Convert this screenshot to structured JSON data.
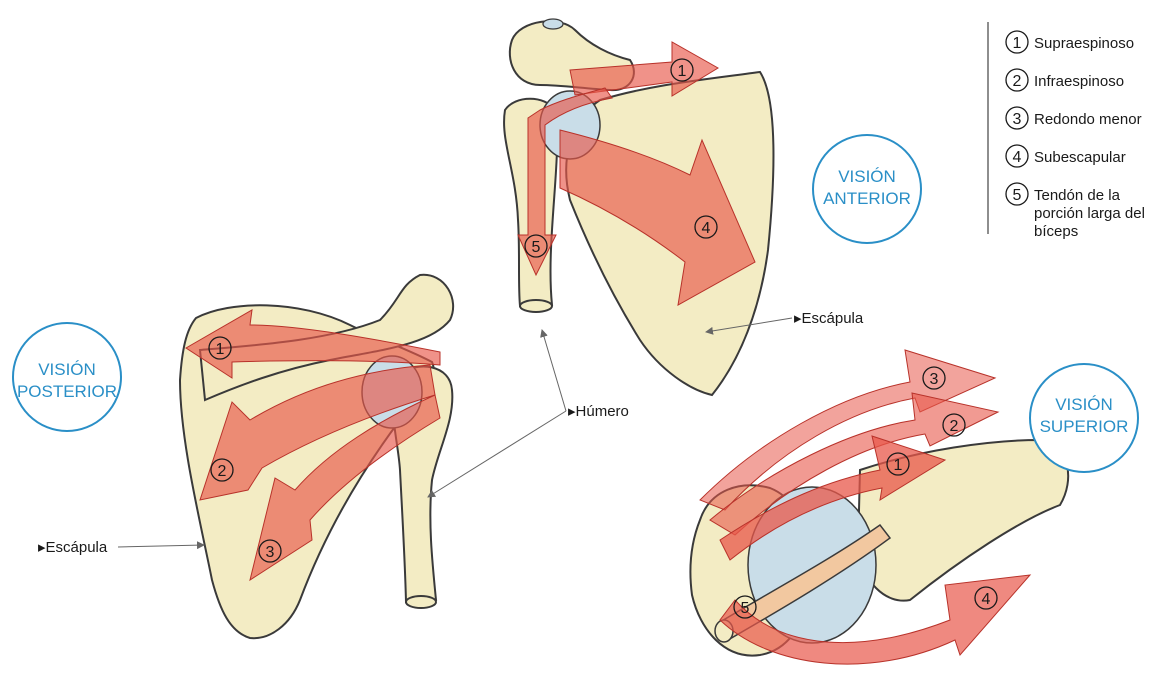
{
  "views": {
    "posterior": [
      "VISIÓN",
      "POSTERIOR"
    ],
    "anterior": [
      "VISIÓN",
      "ANTERIOR"
    ],
    "superior": [
      "VISIÓN",
      "SUPERIOR"
    ]
  },
  "labels": {
    "escapula_posterior": "▸Escápula",
    "escapula_anterior": "▸Escápula",
    "humero": "▸Húmero"
  },
  "legend": [
    {
      "num": "1",
      "lines": [
        "Supraespinoso"
      ]
    },
    {
      "num": "2",
      "lines": [
        "Infraespinoso"
      ]
    },
    {
      "num": "3",
      "lines": [
        "Redondo menor"
      ]
    },
    {
      "num": "4",
      "lines": [
        "Subescapular"
      ]
    },
    {
      "num": "5",
      "lines": [
        "Tendón de la",
        "porción larga del",
        "bíceps"
      ]
    }
  ],
  "markers": {
    "p1": "1",
    "p2": "2",
    "p3": "3",
    "a1": "1",
    "a4": "4",
    "a5": "5",
    "s1": "1",
    "s2": "2",
    "s3": "3",
    "s4": "4",
    "s5": "5"
  },
  "colors": {
    "bone": "#f3ecc4",
    "bone_outline": "#3a3a3a",
    "muscle": "#e8574a",
    "humeral_head": "#c9dde8",
    "accent_blue": "#2a8fc7",
    "leader": "#666666"
  }
}
